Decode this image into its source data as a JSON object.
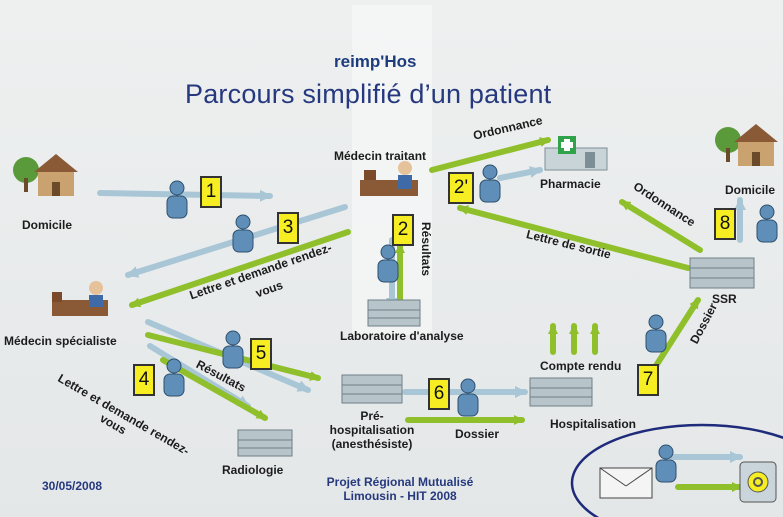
{
  "header": {
    "logo_text": "reimp'Hos",
    "title": "Parcours simplifié d’un patient"
  },
  "nodes": {
    "domicile_left": "Domicile",
    "medecin_traitant": "Médecin traitant",
    "pharmacie": "Pharmacie",
    "domicile_right": "Domicile",
    "medecin_specialiste": "Médecin spécialiste",
    "laboratoire": "Laboratoire d'analyse",
    "ssr": "SSR",
    "pre_hospitalisation_line1": "Pré-",
    "pre_hospitalisation_line2": "hospitalisation",
    "pre_hospitalisation_line3": "(anesthésiste)",
    "hospitalisation": "Hospitalisation",
    "radiologie": "Radiologie"
  },
  "arrow_labels": {
    "ordonnance_top": "Ordonnance",
    "ordonnance_right": "Ordonnance",
    "resultats_vertical": "Résultats",
    "lettre_de_sortie": "Lettre de sortie",
    "lettre_demande_1_line1": "Lettre et demande rendez-",
    "lettre_demande_1_line2": "vous",
    "resultats_specialiste": "Résultats",
    "lettre_demande_2_line1": "Lettre et demande rendez-",
    "lettre_demande_2_line2": "vous",
    "compte_rendu": "Compte rendu",
    "dossier_hosp": "Dossier",
    "dossier_ssr": "Dossier"
  },
  "steps": [
    "1",
    "2",
    "2'",
    "3",
    "4",
    "5",
    "6",
    "7",
    "8"
  ],
  "footer": {
    "date": "30/05/2008",
    "project_line1": "Projet Régional Mutualisé",
    "project_line2": "Limousin - HIT 2008"
  },
  "colors": {
    "title": "#26397e",
    "green_arrow": "#8fbf2a",
    "blue_arrow": "#a9c6d6",
    "step_box": "#f6ee22",
    "legend_ellipse": "#1e2a7a"
  }
}
